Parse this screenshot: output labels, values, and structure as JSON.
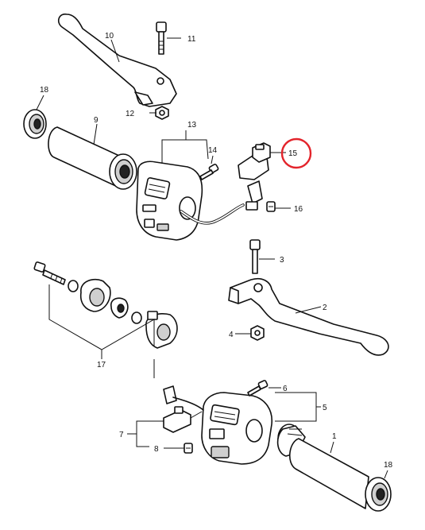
{
  "callouts": {
    "c1": "1",
    "c2": "2",
    "c3": "3",
    "c4": "4",
    "c5": "5",
    "c6": "6",
    "c7": "7",
    "c8": "8",
    "c9": "9",
    "c10": "10",
    "c11": "11",
    "c12": "12",
    "c13": "13",
    "c14": "14",
    "c15": "15",
    "c16": "16",
    "c17": "17",
    "c18a": "18",
    "c18b": "18"
  },
  "highlight": {
    "color": "#e3242b"
  }
}
